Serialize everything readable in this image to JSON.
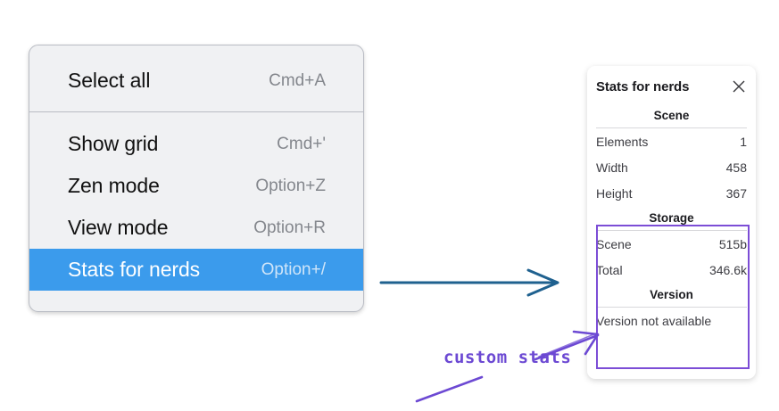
{
  "context_menu": {
    "groups": [
      {
        "items": [
          {
            "label": "Select all",
            "shortcut": "Cmd+A",
            "selected": false
          }
        ]
      },
      {
        "items": [
          {
            "label": "Show grid",
            "shortcut": "Cmd+'",
            "selected": false
          },
          {
            "label": "Zen mode",
            "shortcut": "Option+Z",
            "selected": false
          },
          {
            "label": "View mode",
            "shortcut": "Option+R",
            "selected": false
          },
          {
            "label": "Stats for nerds",
            "shortcut": "Option+/",
            "selected": true
          }
        ]
      }
    ],
    "highlight_color": "#3b9bec"
  },
  "stats_panel": {
    "title": "Stats for nerds",
    "close_icon": "close-icon",
    "sections": [
      {
        "heading": "Scene",
        "rows": [
          {
            "key": "Elements",
            "value": "1"
          },
          {
            "key": "Width",
            "value": "458"
          },
          {
            "key": "Height",
            "value": "367"
          }
        ]
      },
      {
        "heading": "Storage",
        "rows": [
          {
            "key": "Scene",
            "value": "515b"
          },
          {
            "key": "Total",
            "value": "346.6k"
          }
        ]
      },
      {
        "heading": "Version",
        "text": "Version not available"
      }
    ]
  },
  "annotations": {
    "handwritten_label": "custom stats",
    "arrow_color_blue": "#1f618f",
    "arrow_color_purple": "#6c49d3",
    "highlight_rect_color": "#7c4dd6"
  }
}
